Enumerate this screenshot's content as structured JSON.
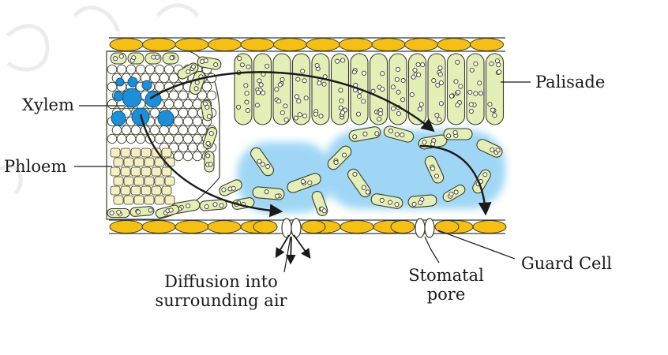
{
  "labels": {
    "xylem": "Xylem",
    "phloem": "Phloem",
    "palisade": "Palisade",
    "guard_cell": "Guard Cell",
    "stomatal_pore_line1": "Stomatal",
    "stomatal_pore_line2": "pore",
    "diffusion_line1": "Diffusion into",
    "diffusion_line2": "surrounding air"
  },
  "colors": {
    "epidermis": "#f5c013",
    "cell_fill": "#e4eeb7",
    "cell_stroke": "#3c3c2a",
    "xylem_vessel": "#1e8fd6",
    "phloem_cell": "#f5f0c4",
    "glow": "#8fd0f4"
  }
}
